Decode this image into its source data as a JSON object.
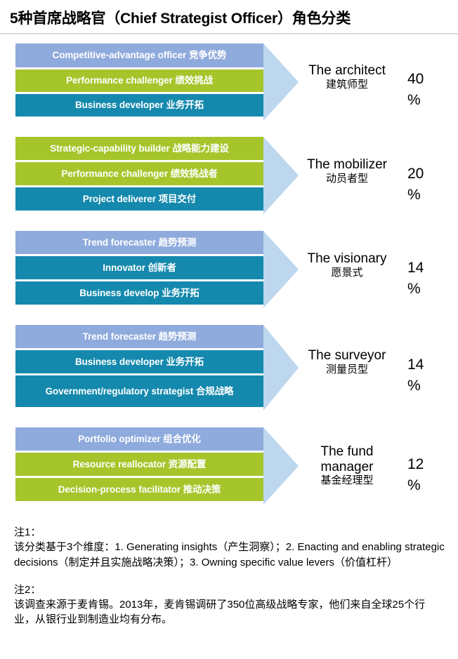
{
  "title": "5种首席战略官（Chief Strategist Officer）角色分类",
  "colors": {
    "blue": "#8faadc",
    "green": "#a6c52b",
    "teal": "#1489ad",
    "arrow": "#bdd7ee",
    "text_on_bar": "#ffffff",
    "text": "#000000"
  },
  "chart_data": {
    "type": "bar",
    "title": "5种首席战略官（Chief Strategist Officer）角色分类",
    "categories": [
      "The architect",
      "The mobilizer",
      "The visionary",
      "The surveyor",
      "The fund manager"
    ],
    "values": [
      40,
      20,
      14,
      14,
      12
    ],
    "ylabel": "%",
    "xlabel": "",
    "legend": [
      "Competitive-advantage officer 竞争优势",
      "Performance challenger 绩效挑战",
      "Business developer 业务开拓",
      "Strategic-capability builder 战略能力建设",
      "Project deliverer 项目交付",
      "Trend forecaster 趋势预测",
      "Innovator 创新者",
      "Business develop 业务开拓",
      "Government/regulatory strategist 合规战略",
      "Portfolio optimizer 组合优化",
      "Resource reallocator 资源配置",
      "Decision-process facilitator 推动决策"
    ]
  },
  "groups": [
    {
      "bars": [
        {
          "text": "Competitive-advantage officer 竞争优势",
          "color": "blue"
        },
        {
          "text": "Performance challenger 绩效挑战",
          "color": "green"
        },
        {
          "text": "Business developer 业务开拓",
          "color": "teal"
        }
      ],
      "role_en": "The architect",
      "role_zh": "建筑师型",
      "pct_value": "40",
      "pct_symbol": "%"
    },
    {
      "bars": [
        {
          "text": "Strategic-capability builder 战略能力建设",
          "color": "green"
        },
        {
          "text": "Performance challenger 绩效挑战者",
          "color": "green"
        },
        {
          "text": "Project deliverer 项目交付",
          "color": "teal"
        }
      ],
      "role_en": "The mobilizer",
      "role_zh": "动员者型",
      "pct_value": "20",
      "pct_symbol": "%"
    },
    {
      "bars": [
        {
          "text": "Trend forecaster 趋势预测",
          "color": "blue"
        },
        {
          "text": "Innovator 创新者",
          "color": "teal"
        },
        {
          "text": "Business develop 业务开拓",
          "color": "teal"
        }
      ],
      "role_en": "The visionary",
      "role_zh": "愿景式",
      "pct_value": "14",
      "pct_symbol": "%"
    },
    {
      "bars": [
        {
          "text": "Trend forecaster 趋势预测",
          "color": "blue"
        },
        {
          "text": "Business developer 业务开拓",
          "color": "teal"
        },
        {
          "text": "Government/regulatory strategist 合规战略",
          "color": "teal"
        }
      ],
      "role_en": "The surveyor",
      "role_zh": "测量员型",
      "pct_value": "14",
      "pct_symbol": "%"
    },
    {
      "bars": [
        {
          "text": "Portfolio optimizer 组合优化",
          "color": "blue"
        },
        {
          "text": "Resource reallocator 资源配置",
          "color": "green"
        },
        {
          "text": "Decision-process facilitator 推动决策",
          "color": "green"
        }
      ],
      "role_en": "The fund manager",
      "role_zh": "基金经理型",
      "pct_value": "12",
      "pct_symbol": "%"
    }
  ],
  "notes": [
    {
      "head": "注1：",
      "body": "该分类基于3个维度：1. Generating insights（产生洞察）；2. Enacting and enabling strategic decisions（制定并且实施战略决策）；3. Owning specific value levers（价值杠杆）"
    },
    {
      "head": "注2：",
      "body": "该调查来源于麦肯锡。2013年，麦肯锡调研了350位高级战略专家，他们来自全球25个行业，从银行业到制造业均有分布。"
    }
  ]
}
